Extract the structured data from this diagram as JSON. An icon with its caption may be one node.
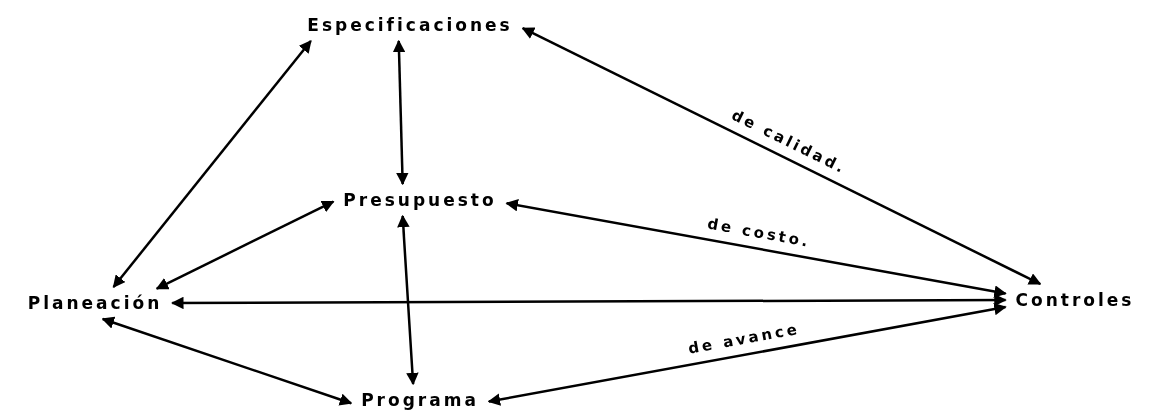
{
  "diagram": {
    "nodes": [
      {
        "text": [
          "Especificaciones"
        ]
      },
      {
        "text": [
          "Presupuesto"
        ]
      },
      {
        "text": [
          "Planeación"
        ]
      },
      {
        "text": [
          "Controles"
        ]
      },
      {
        "text": [
          "Programa"
        ]
      }
    ],
    "edges": [
      {
        "from": 0,
        "to": 1,
        "arrow": "both"
      },
      {
        "from": 0,
        "to": 2,
        "arrow": "both"
      },
      {
        "from": 1,
        "to": 2,
        "arrow": "both"
      },
      {
        "from": 0,
        "to": 3,
        "arrow": "both",
        "label": "de calidad."
      },
      {
        "from": 1,
        "to": 3,
        "arrow": "both",
        "label": "de costo."
      },
      {
        "from": 2,
        "to": 3,
        "arrow": "both"
      },
      {
        "from": 1,
        "to": 4,
        "arrow": "both"
      },
      {
        "from": 2,
        "to": 4,
        "arrow": "both"
      },
      {
        "from": 4,
        "to": 3,
        "arrow": "both",
        "label": "de avance"
      }
    ]
  }
}
